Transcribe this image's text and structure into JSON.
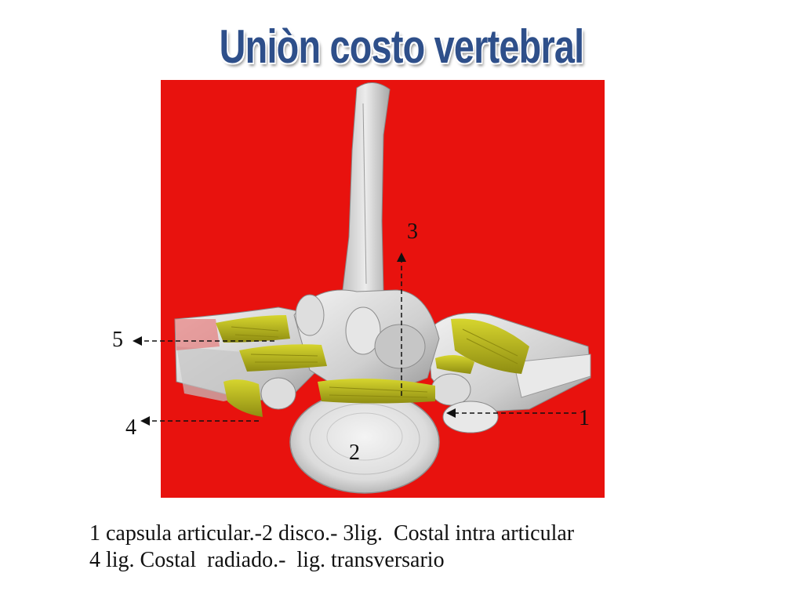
{
  "title": "Uniòn costo vertebral",
  "labels": {
    "l1": "1",
    "l2": "2",
    "l3": "3",
    "l4": "4",
    "l5": "5"
  },
  "caption": {
    "line1": "1 capsula articular.-2 disco.- 3lig.  Costal intra articular",
    "line2": "4 lig. Costal  radiado.-  lig. transversario"
  },
  "colors": {
    "background": "#e8120e",
    "bone": "#d8d8d8",
    "ligament": "#b9b81a",
    "title": "#2e4f8a"
  }
}
